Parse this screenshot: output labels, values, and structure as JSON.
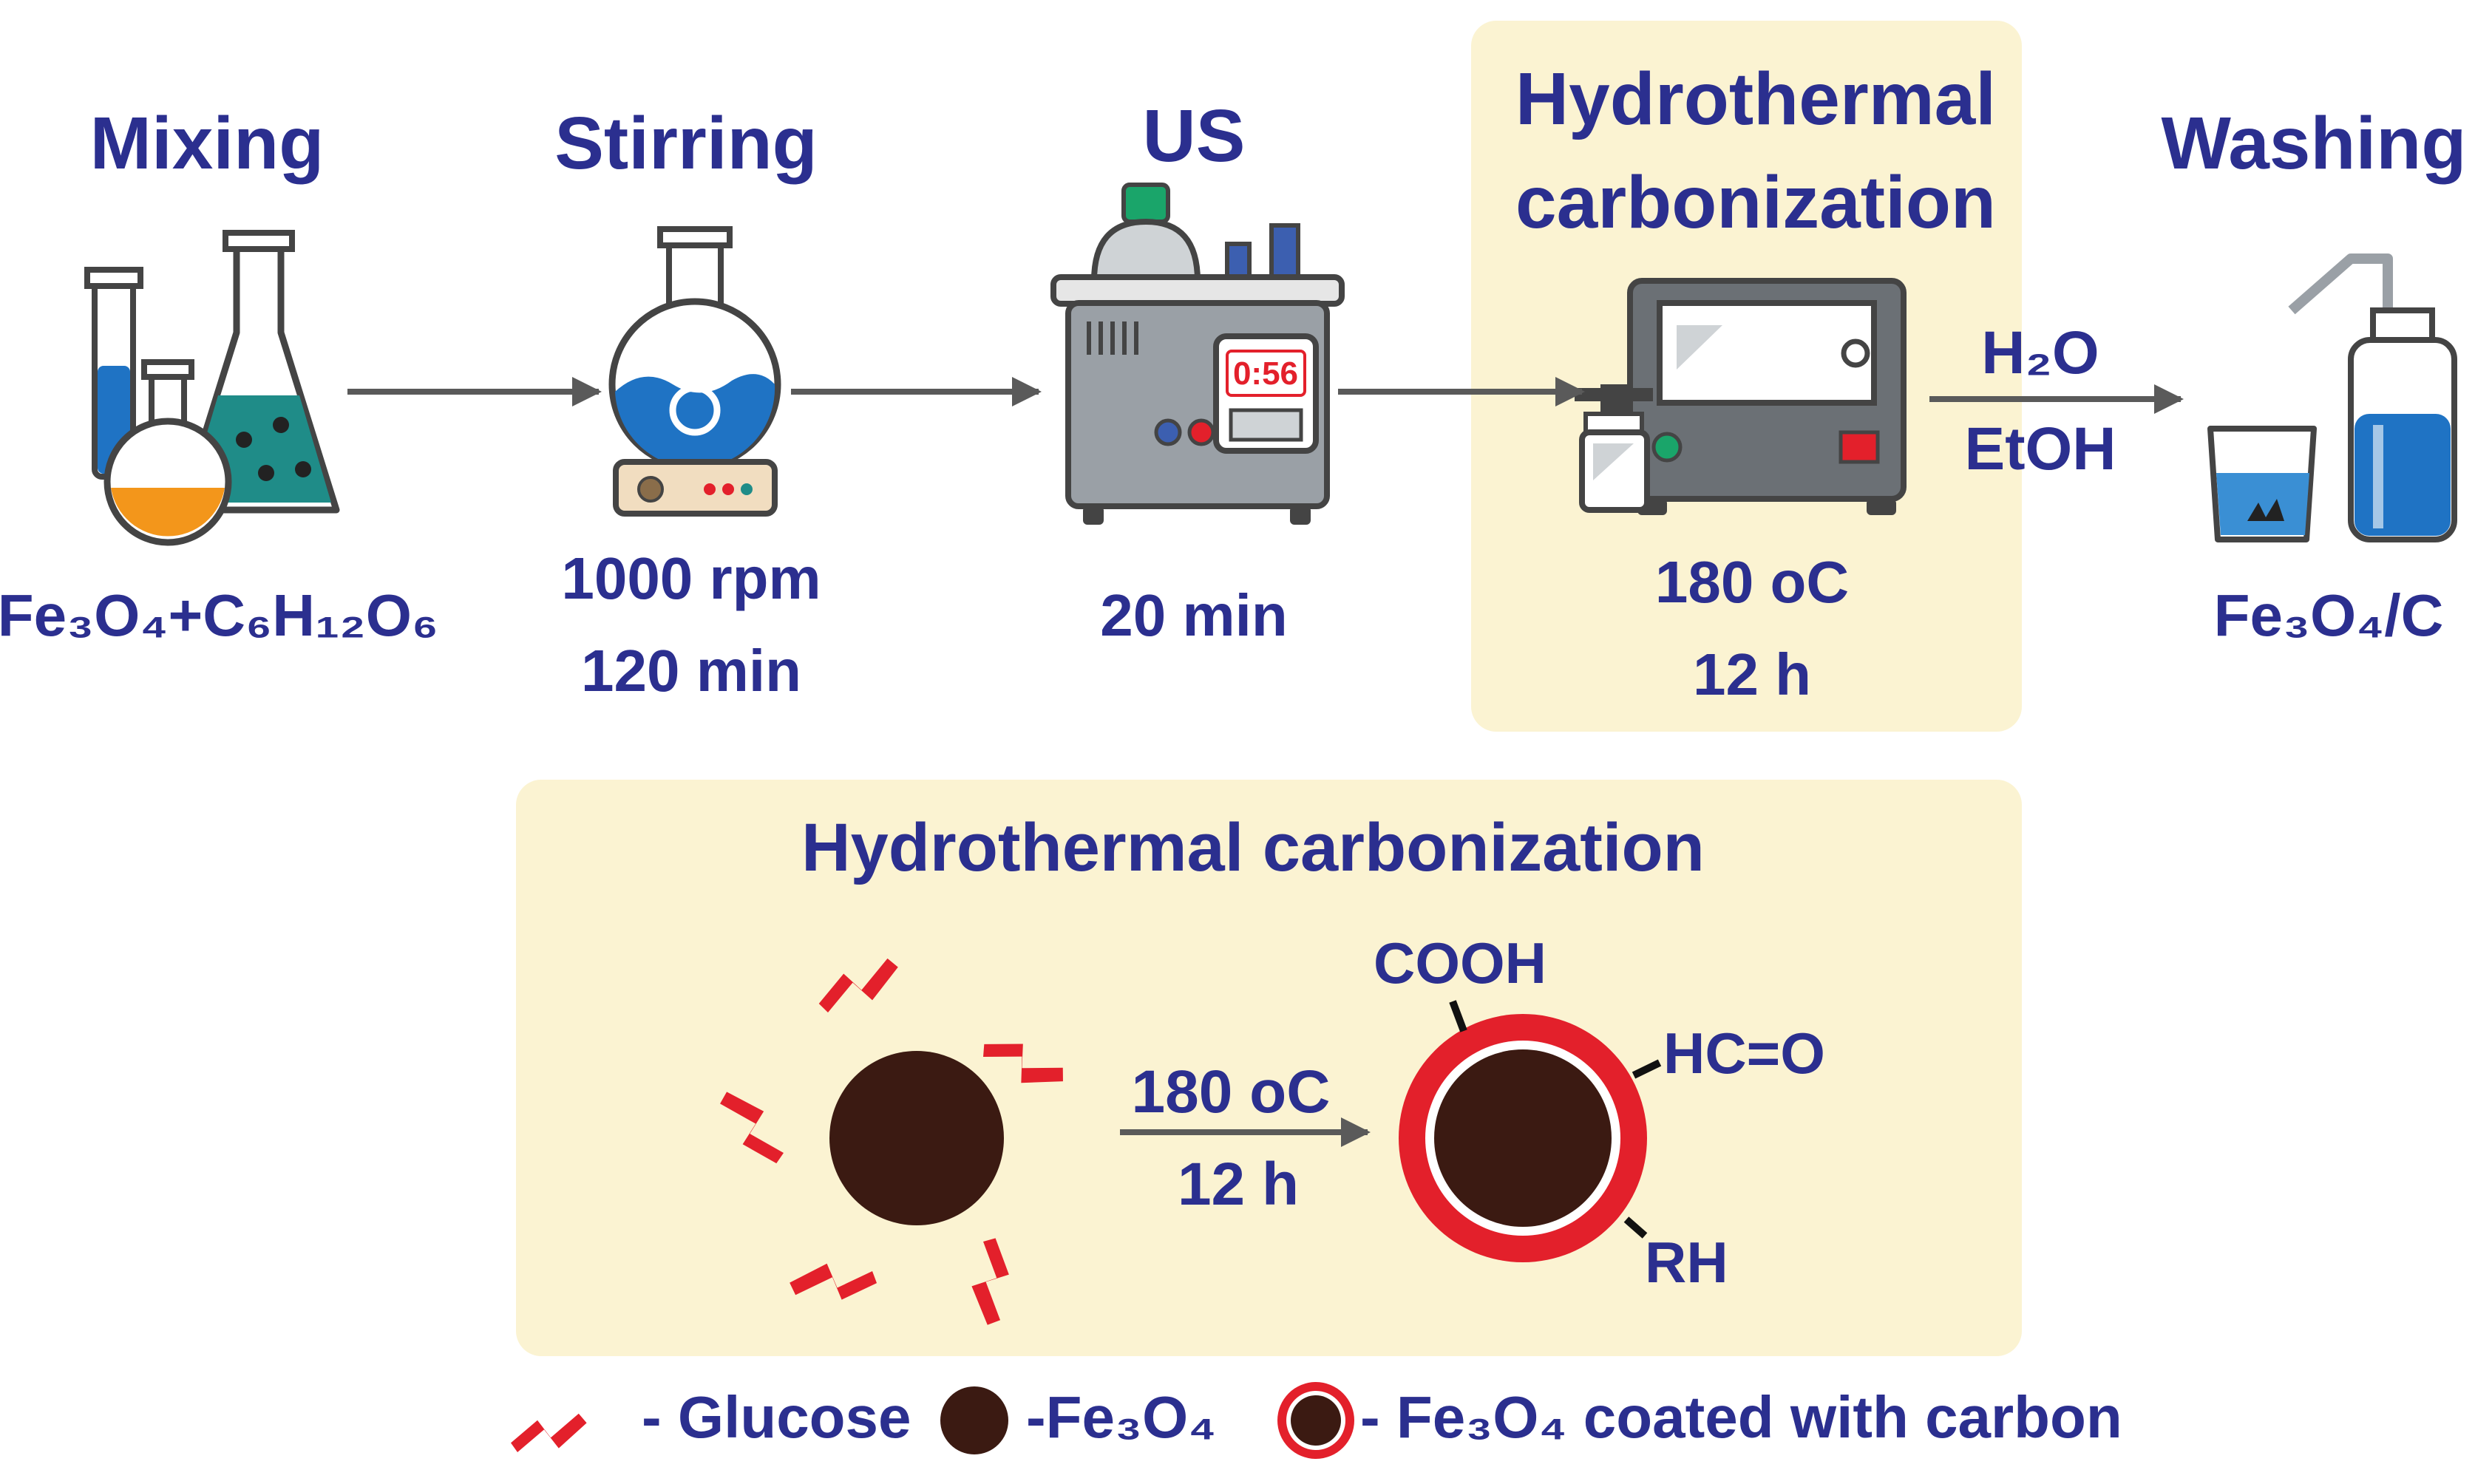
{
  "colors": {
    "text": "#2b2f8f",
    "highlight_bg": "#fbf3d2",
    "glucose_red": "#e3202b",
    "fe3o4_brown": "#3b1a12",
    "arrow_gray": "#5a5a5a",
    "water_blue": "#1f73c4",
    "orange_liquid": "#f3961b",
    "teal_liquid": "#1f8c88",
    "device_gray": "#9aa0a6"
  },
  "steps": [
    {
      "title_lines": [
        "Mixing"
      ],
      "detail_lines": [
        "Fe₃O₄+C₆H₁₂O₆"
      ],
      "icon": "lab-glassware-icon"
    },
    {
      "title_lines": [
        "Stirring"
      ],
      "detail_lines": [
        "1000 rpm",
        "120 min"
      ],
      "icon": "magnetic-stirrer-icon"
    },
    {
      "title_lines": [
        "US"
      ],
      "detail_lines": [
        "20 min"
      ],
      "icon": "ultrasonic-bath-icon"
    },
    {
      "title_lines": [
        "Hydrothermal",
        "carbonization"
      ],
      "detail_lines": [
        "180 oC",
        "12 h"
      ],
      "icon": "autoclave-oven-icon"
    },
    {
      "title_lines": [
        "Washing"
      ],
      "detail_lines": [
        "Fe₃O₄/C"
      ],
      "icon": "wash-bottle-icon"
    }
  ],
  "washing_arrow_labels": [
    "H₂O",
    "EtOH"
  ],
  "ultrasonic_timer_display": "0:56",
  "mechanism": {
    "title": "Hydrothermal carbonization",
    "conditions": [
      "180 oC",
      "12 h"
    ],
    "functional_groups": [
      "COOH",
      "HC=O",
      "RH"
    ]
  },
  "legend": [
    {
      "symbol": "glucose-icon",
      "label": "- Glucose"
    },
    {
      "symbol": "fe3o4-particle-icon",
      "label": "-Fe₃O₄"
    },
    {
      "symbol": "coated-particle-icon",
      "label": "- Fe₃O₄ coated with carbon"
    }
  ]
}
